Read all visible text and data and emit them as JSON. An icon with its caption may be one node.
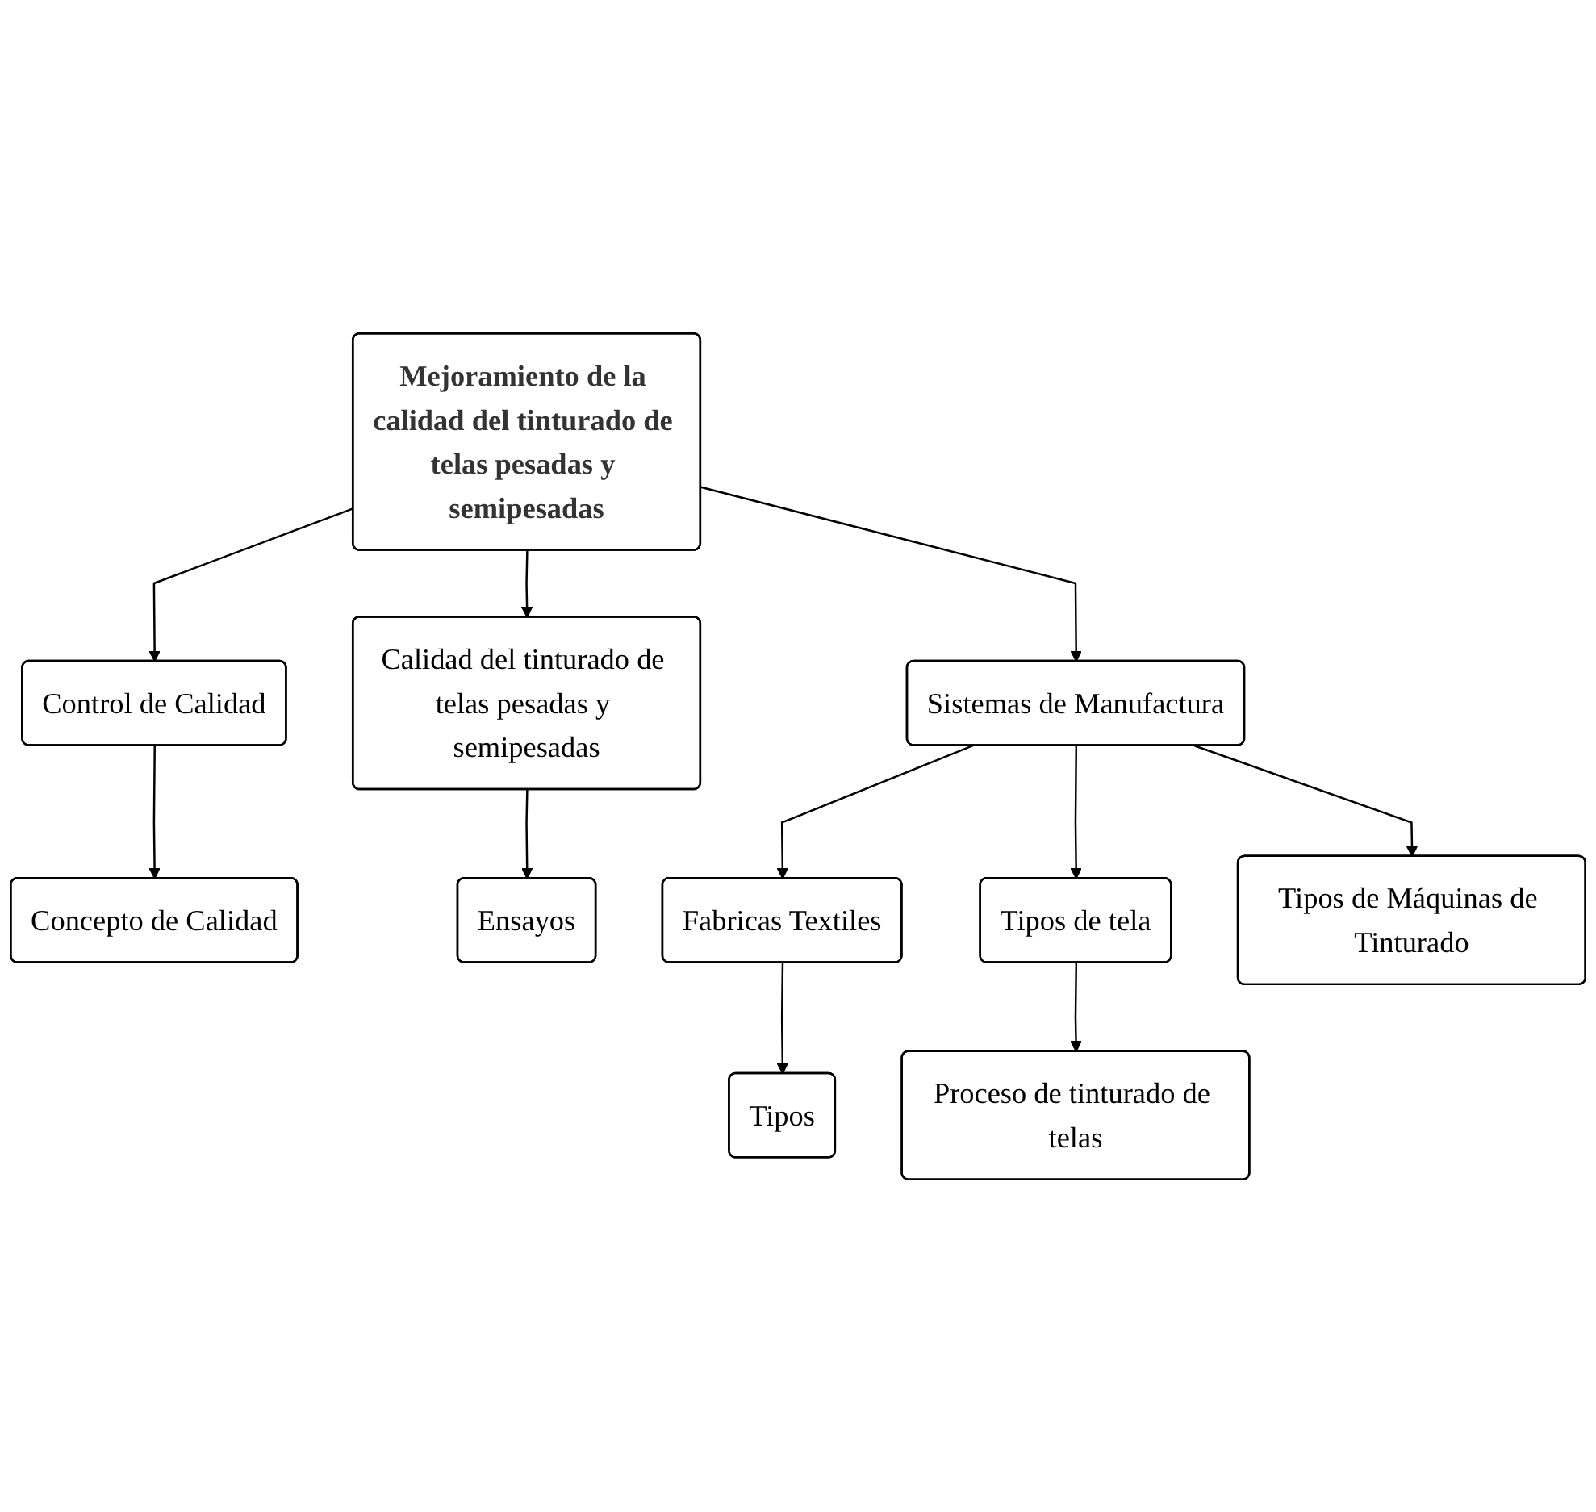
{
  "diagram": {
    "nodes": [
      {
        "text": [
          "Concepto de Calidad"
        ]
      },
      {
        "text": [
          "Control de Calidad"
        ]
      },
      {
        "text": [
          "Ensayos"
        ]
      },
      {
        "text": [
          "Mejoramiento de la calidad del tinturado de telas pesadas y semipesadas"
        ]
      },
      {
        "text": [
          "Calidad del tinturado de telas pesadas y semipesadas"
        ]
      },
      {
        "text": [
          "Sistemas de Manufactura"
        ]
      },
      {
        "text": [
          "Fabricas Textiles"
        ]
      },
      {
        "text": [
          "Tipos de tela"
        ]
      },
      {
        "text": [
          "Tipos de Máquinas de Tinturado"
        ]
      },
      {
        "text": [
          "Tipos"
        ]
      },
      {
        "text": [
          "Proceso de tinturado de telas"
        ]
      }
    ],
    "edges": [
      {
        "from": 1,
        "to": 0,
        "arrow": "to"
      },
      {
        "from": 3,
        "to": 1,
        "arrow": "to"
      },
      {
        "from": 3,
        "to": 4,
        "arrow": "to"
      },
      {
        "from": 4,
        "to": 2,
        "arrow": "to"
      },
      {
        "from": 3,
        "to": 5,
        "arrow": "to"
      },
      {
        "from": 5,
        "to": 6,
        "arrow": "to"
      },
      {
        "from": 5,
        "to": 7,
        "arrow": "to"
      },
      {
        "from": 5,
        "to": 8,
        "arrow": "to"
      },
      {
        "from": 6,
        "to": 9,
        "arrow": "to"
      },
      {
        "from": 7,
        "to": 10,
        "arrow": "to"
      }
    ]
  }
}
